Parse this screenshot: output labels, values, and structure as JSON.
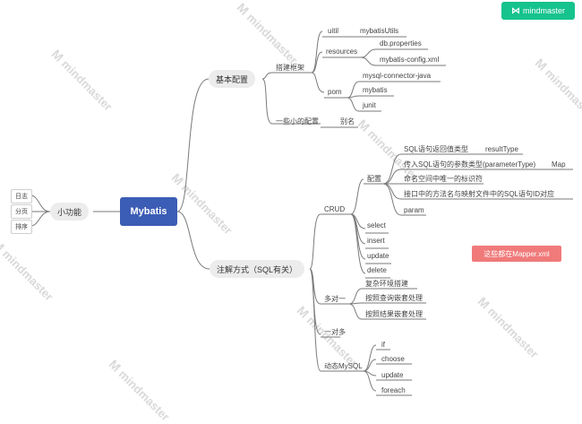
{
  "brand": {
    "icon": "mindmaster-logo-icon",
    "label": "mindmaster",
    "color": "#16c38d"
  },
  "watermark": {
    "label": "mindmaster"
  },
  "root": {
    "label": "Mybatis",
    "color": "#3c5db5"
  },
  "left": {
    "label": "小功能",
    "items": [
      "日志",
      "分页",
      "排序"
    ]
  },
  "basic": {
    "label": "基本配置",
    "framework": {
      "label": "搭建框架",
      "uitil": {
        "label": "uitil",
        "child": "mybatisUtils"
      },
      "resources": {
        "label": "resources",
        "children": [
          "db.properties",
          "mybatis-config.xml"
        ]
      },
      "pom": {
        "label": "pom",
        "children": [
          "mysql-connector-java",
          "mybatis",
          "junit"
        ]
      }
    },
    "small": {
      "label": "一些小的配置",
      "child": "别名"
    }
  },
  "annotation": {
    "label": "注解方式（SQL有关）",
    "crud": {
      "label": "CRUD",
      "config": {
        "label": "配置",
        "items": [
          {
            "label": "SQL语句返回值类型",
            "extra": "resultType"
          },
          {
            "label": "传入SQL语句的参数类型(parameterType)",
            "extra": "Map"
          },
          {
            "label": "命名空间中唯一的标识符"
          },
          {
            "label": "接口中的方法名与映射文件中的SQL语句ID对应"
          },
          {
            "label": "param"
          }
        ]
      },
      "ops": [
        "select",
        "insert",
        "update",
        "delete"
      ]
    },
    "manyToOne": {
      "label": "多对一",
      "items": [
        "复杂环境搭建",
        "按照查询嵌套处理",
        "按照结果嵌套处理"
      ]
    },
    "oneToMany": {
      "label": "一对多"
    },
    "dynamic": {
      "label": "动态MySQL",
      "items": [
        "if",
        "choose",
        "update",
        "foreach"
      ]
    }
  },
  "note": {
    "label": "这些都在Mapper.xml",
    "color": "#f07a7a"
  }
}
